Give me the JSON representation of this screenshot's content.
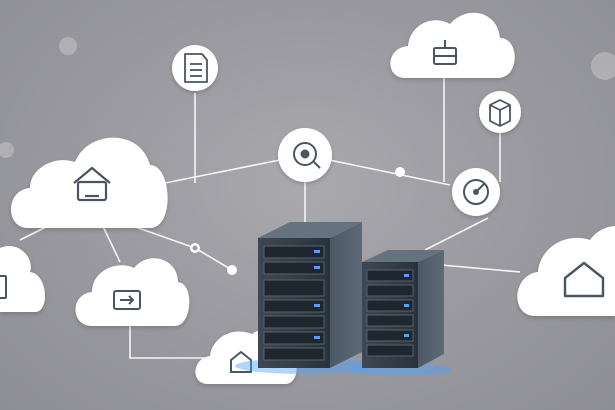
{
  "scene": {
    "background_color": "#9b9ba1",
    "cloud_color": "#ffffff",
    "line_color": "#ffffff",
    "icon_color": "#4a5561",
    "server_accent_color": "#4da3ff"
  },
  "clouds": [
    {
      "id": "left-home-cloud",
      "icon": "home-device-icon"
    },
    {
      "id": "top-right-box-cloud",
      "icon": "inbox-icon"
    },
    {
      "id": "right-home-cloud",
      "icon": "home-icon"
    },
    {
      "id": "bottom-cloud",
      "icon": "home-icon"
    },
    {
      "id": "middle-left-cloud",
      "icon": "transfer-icon"
    },
    {
      "id": "far-left-cloud",
      "icon": "document-icon"
    }
  ],
  "nodes": [
    {
      "id": "document-node",
      "icon": "document-icon"
    },
    {
      "id": "package-node",
      "icon": "package-icon"
    },
    {
      "id": "disc-node",
      "icon": "disc-icon"
    },
    {
      "id": "gauge-node",
      "icon": "gauge-icon"
    }
  ],
  "servers": [
    {
      "id": "server-rack-large",
      "icon": "server-rack-icon"
    },
    {
      "id": "server-rack-small",
      "icon": "server-rack-icon"
    }
  ]
}
